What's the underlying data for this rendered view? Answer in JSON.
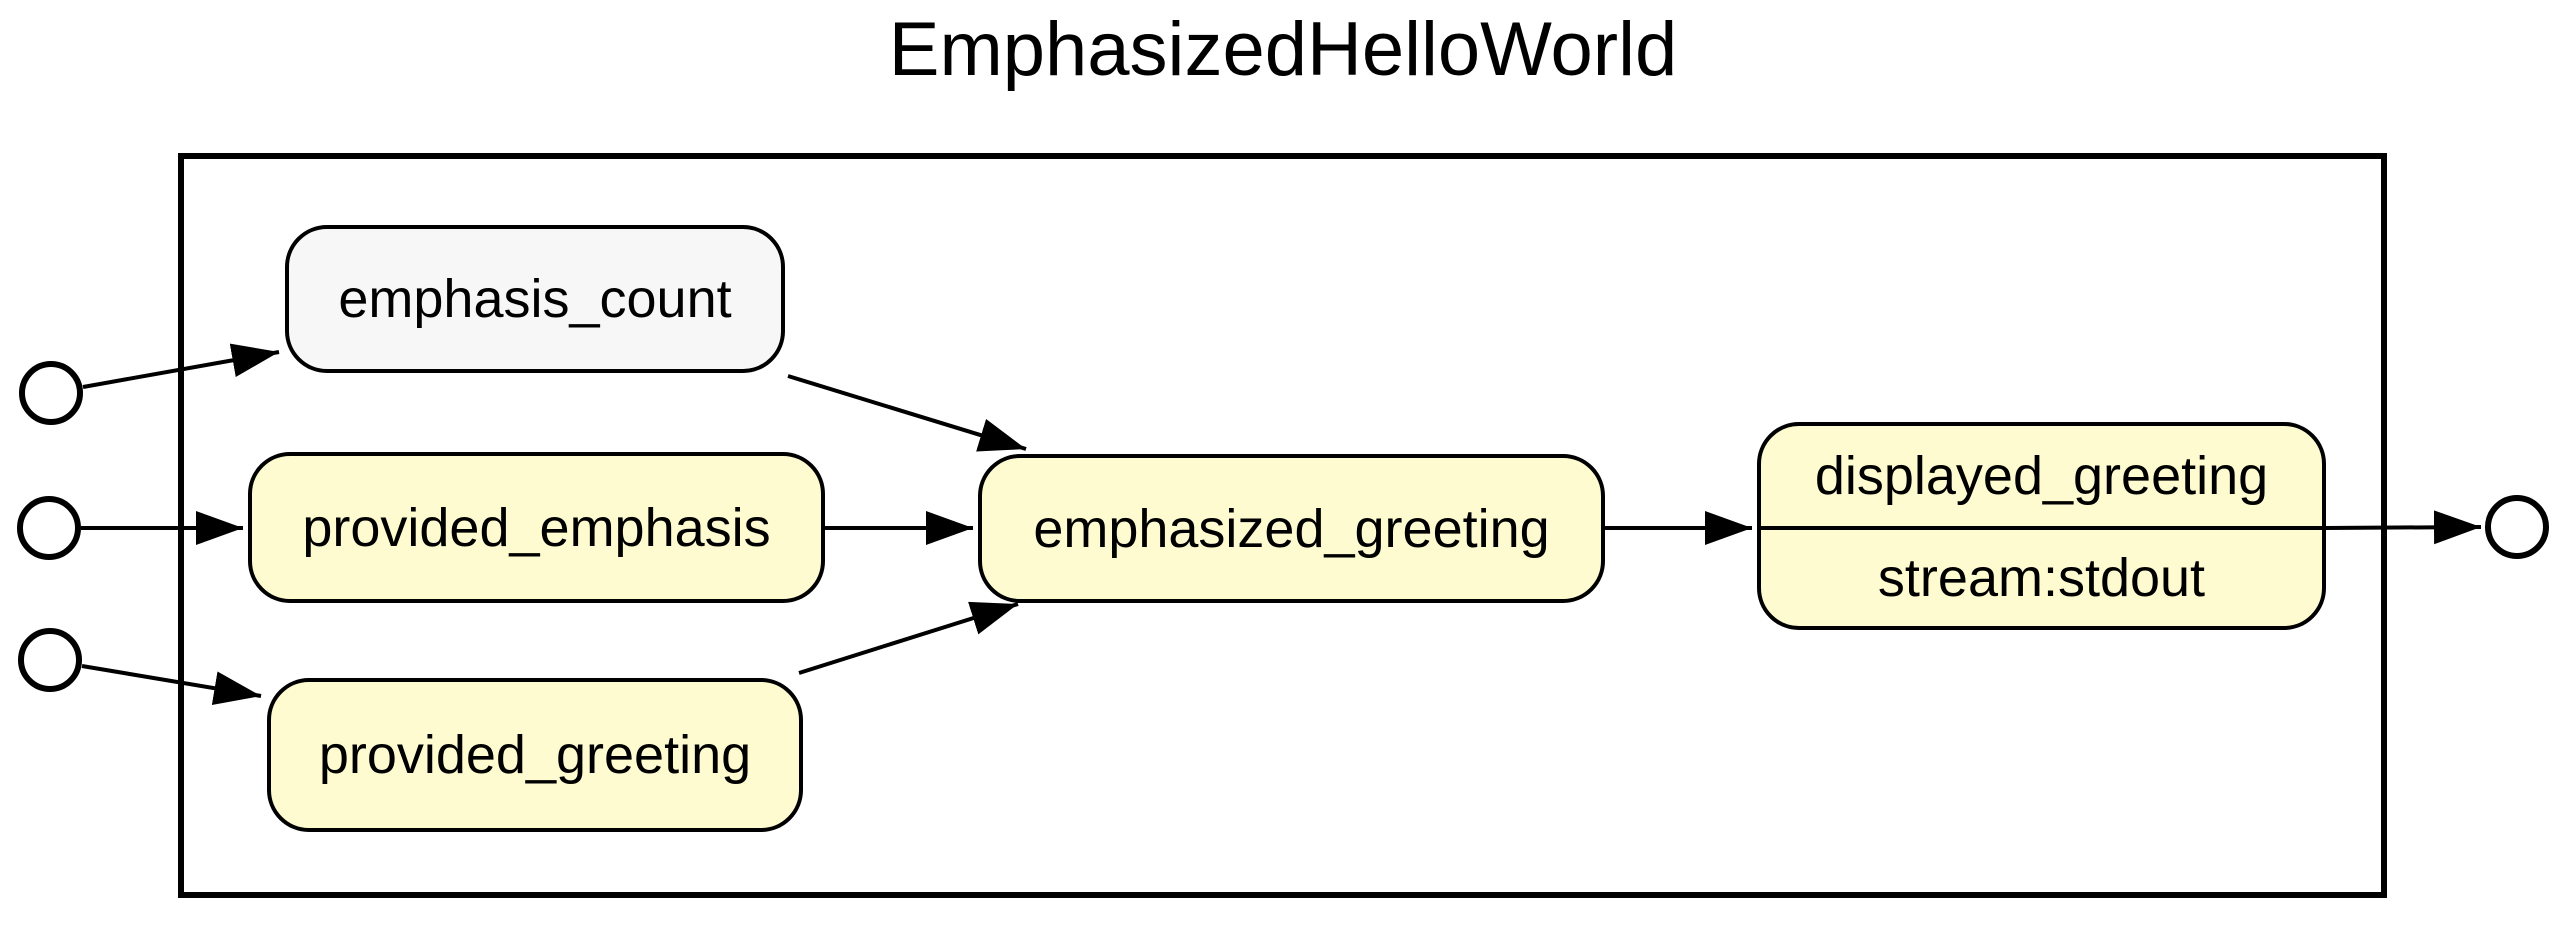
{
  "title": "EmphasizedHelloWorld",
  "diagram": {
    "nodes": [
      {
        "id": "emphasis_count",
        "label": "emphasis_count",
        "kind": "parameter"
      },
      {
        "id": "provided_emphasis",
        "label": "provided_emphasis",
        "kind": "input"
      },
      {
        "id": "provided_greeting",
        "label": "provided_greeting",
        "kind": "input"
      },
      {
        "id": "emphasized_greeting",
        "label": "emphasized_greeting",
        "kind": "task"
      },
      {
        "id": "displayed_greeting",
        "label": "displayed_greeting",
        "sublabel": "stream:stdout",
        "kind": "task"
      }
    ],
    "edges": [
      {
        "from": "input-port-1",
        "to": "emphasis_count"
      },
      {
        "from": "input-port-2",
        "to": "provided_emphasis"
      },
      {
        "from": "input-port-3",
        "to": "provided_greeting"
      },
      {
        "from": "emphasis_count",
        "to": "emphasized_greeting"
      },
      {
        "from": "provided_emphasis",
        "to": "emphasized_greeting"
      },
      {
        "from": "provided_greeting",
        "to": "emphasized_greeting"
      },
      {
        "from": "emphasized_greeting",
        "to": "displayed_greeting"
      },
      {
        "from": "displayed_greeting",
        "to": "output-port-1"
      }
    ],
    "colors": {
      "node_fill": "#FEFBD0",
      "param_fill": "#F7F7F7",
      "stroke": "#000000",
      "background": "#FFFFFF",
      "text": "#000000"
    }
  }
}
